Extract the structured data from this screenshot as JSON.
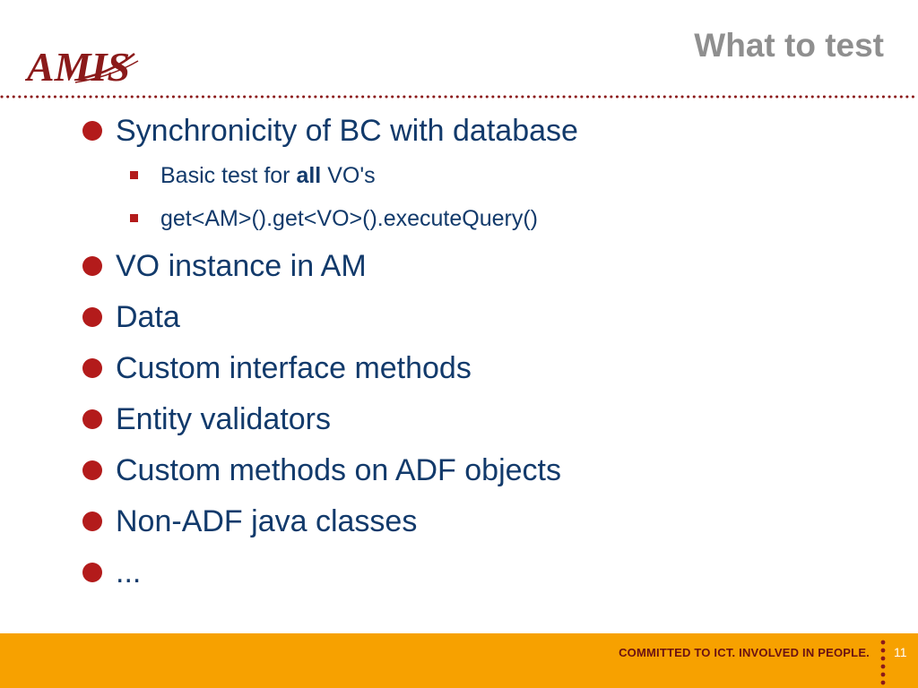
{
  "logo": {
    "text": "AMIS"
  },
  "slide": {
    "title": "What to test",
    "bullets": [
      {
        "text": "Synchronicity of BC with database",
        "sub": [
          {
            "pre": "Basic test for ",
            "bold": "all",
            "post": " VO's"
          },
          {
            "pre": "get<AM>().get<VO>().executeQuery()",
            "bold": "",
            "post": ""
          }
        ]
      },
      {
        "text": "VO instance in AM"
      },
      {
        "text": "Data"
      },
      {
        "text": "Custom interface methods"
      },
      {
        "text": "Entity validators"
      },
      {
        "text": "Custom methods on ADF objects"
      },
      {
        "text": "Non-ADF java classes"
      },
      {
        "text": "..."
      }
    ]
  },
  "footer": {
    "tagline": "COMMITTED TO ICT. INVOLVED IN PEOPLE.",
    "page_number": "11"
  },
  "colors": {
    "title": "#8f8f8f",
    "body_text": "#123a6b",
    "bullet": "#b31b1b",
    "footer_bar": "#f7a100",
    "tagline": "#6b1212",
    "logo": "#8b1a1a"
  }
}
